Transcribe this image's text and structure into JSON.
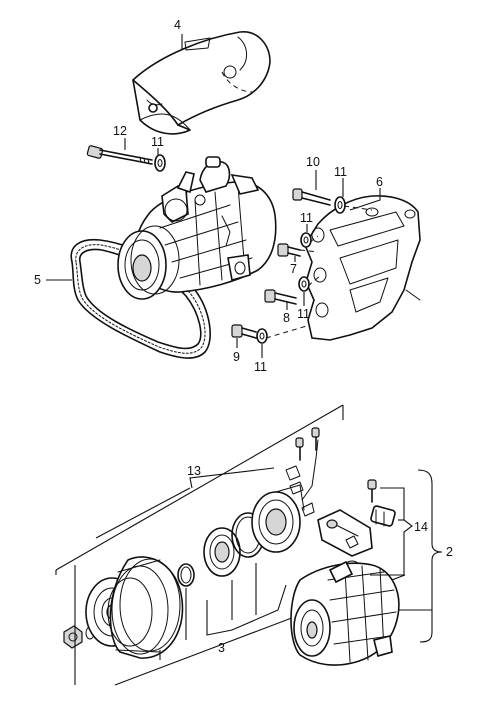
{
  "callouts": {
    "c1": "4",
    "c2": "12",
    "c3": "11",
    "c4": "10",
    "c5": "11",
    "c6": "6",
    "c7": "5",
    "c8": "11",
    "c9": "7",
    "c10": "11",
    "c11": "8",
    "c12": "9",
    "c13": "11",
    "c14": "13",
    "c15": "14",
    "c16": "2",
    "c17": "3"
  }
}
